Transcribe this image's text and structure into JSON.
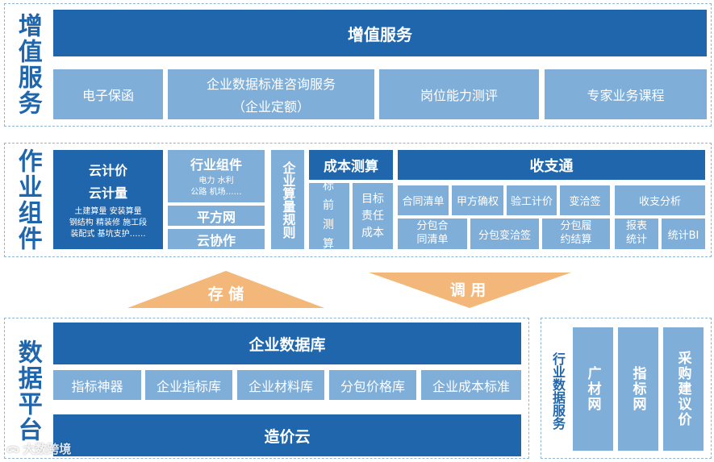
{
  "sections": {
    "value_added": {
      "label": "增值服务",
      "title": "增值服务",
      "items": [
        "电子保函",
        "企业数据标准咨询服务",
        "（企业定额）",
        "岗位能力测评",
        "专家业务课程"
      ]
    },
    "work_components": {
      "label": "作业组件",
      "cloud_pricing": {
        "line1": "云计价",
        "line2": "云计量",
        "detail1": "土建算量 安装算量",
        "detail2": "钢结构 精装修 施工段",
        "detail3": "装配式 基坑支护……"
      },
      "industry": {
        "title": "行业组件",
        "detail1": "电力 水利",
        "detail2": "公路 机场……"
      },
      "pingfang": "平方网",
      "yunxiezuo": "云协作",
      "enterprise_rules": "企业算量规则",
      "cost_calc": {
        "title": "成本测算",
        "left": "标前测算",
        "right_l1": "目标",
        "right_l2": "责任",
        "right_l3": "成本"
      },
      "shouzhitong": {
        "title": "收支通",
        "row1": [
          "合同清单",
          "甲方确权",
          "验工计价",
          "变洽签",
          "收支分析"
        ],
        "row2": [
          {
            "l1": "分包合",
            "l2": "同清单"
          },
          {
            "l1": "分包变洽签",
            "l2": ""
          },
          {
            "l1": "分包履",
            "l2": "约结算"
          },
          {
            "l1": "报表",
            "l2": "统计"
          },
          {
            "l1": "统计BI",
            "l2": ""
          }
        ]
      }
    },
    "arrows": {
      "store": "存 储",
      "call": "调 用"
    },
    "data_platform": {
      "label": "数据平台",
      "db": "企业数据库",
      "items": [
        "指标神器",
        "企业指标库",
        "企业材料库",
        "分包价格库",
        "企业成本标准"
      ],
      "cloud": "造价云"
    },
    "industry_data": {
      "label": "行业数据服务",
      "items": [
        "广材网",
        "指标网",
        "采购建议价"
      ]
    },
    "watermark": "大数跨境"
  },
  "colors": {
    "dark": "#1f66ad",
    "light": "#7fafd9",
    "arrow": "#f3b77a",
    "dash": "#8fb4d6"
  }
}
